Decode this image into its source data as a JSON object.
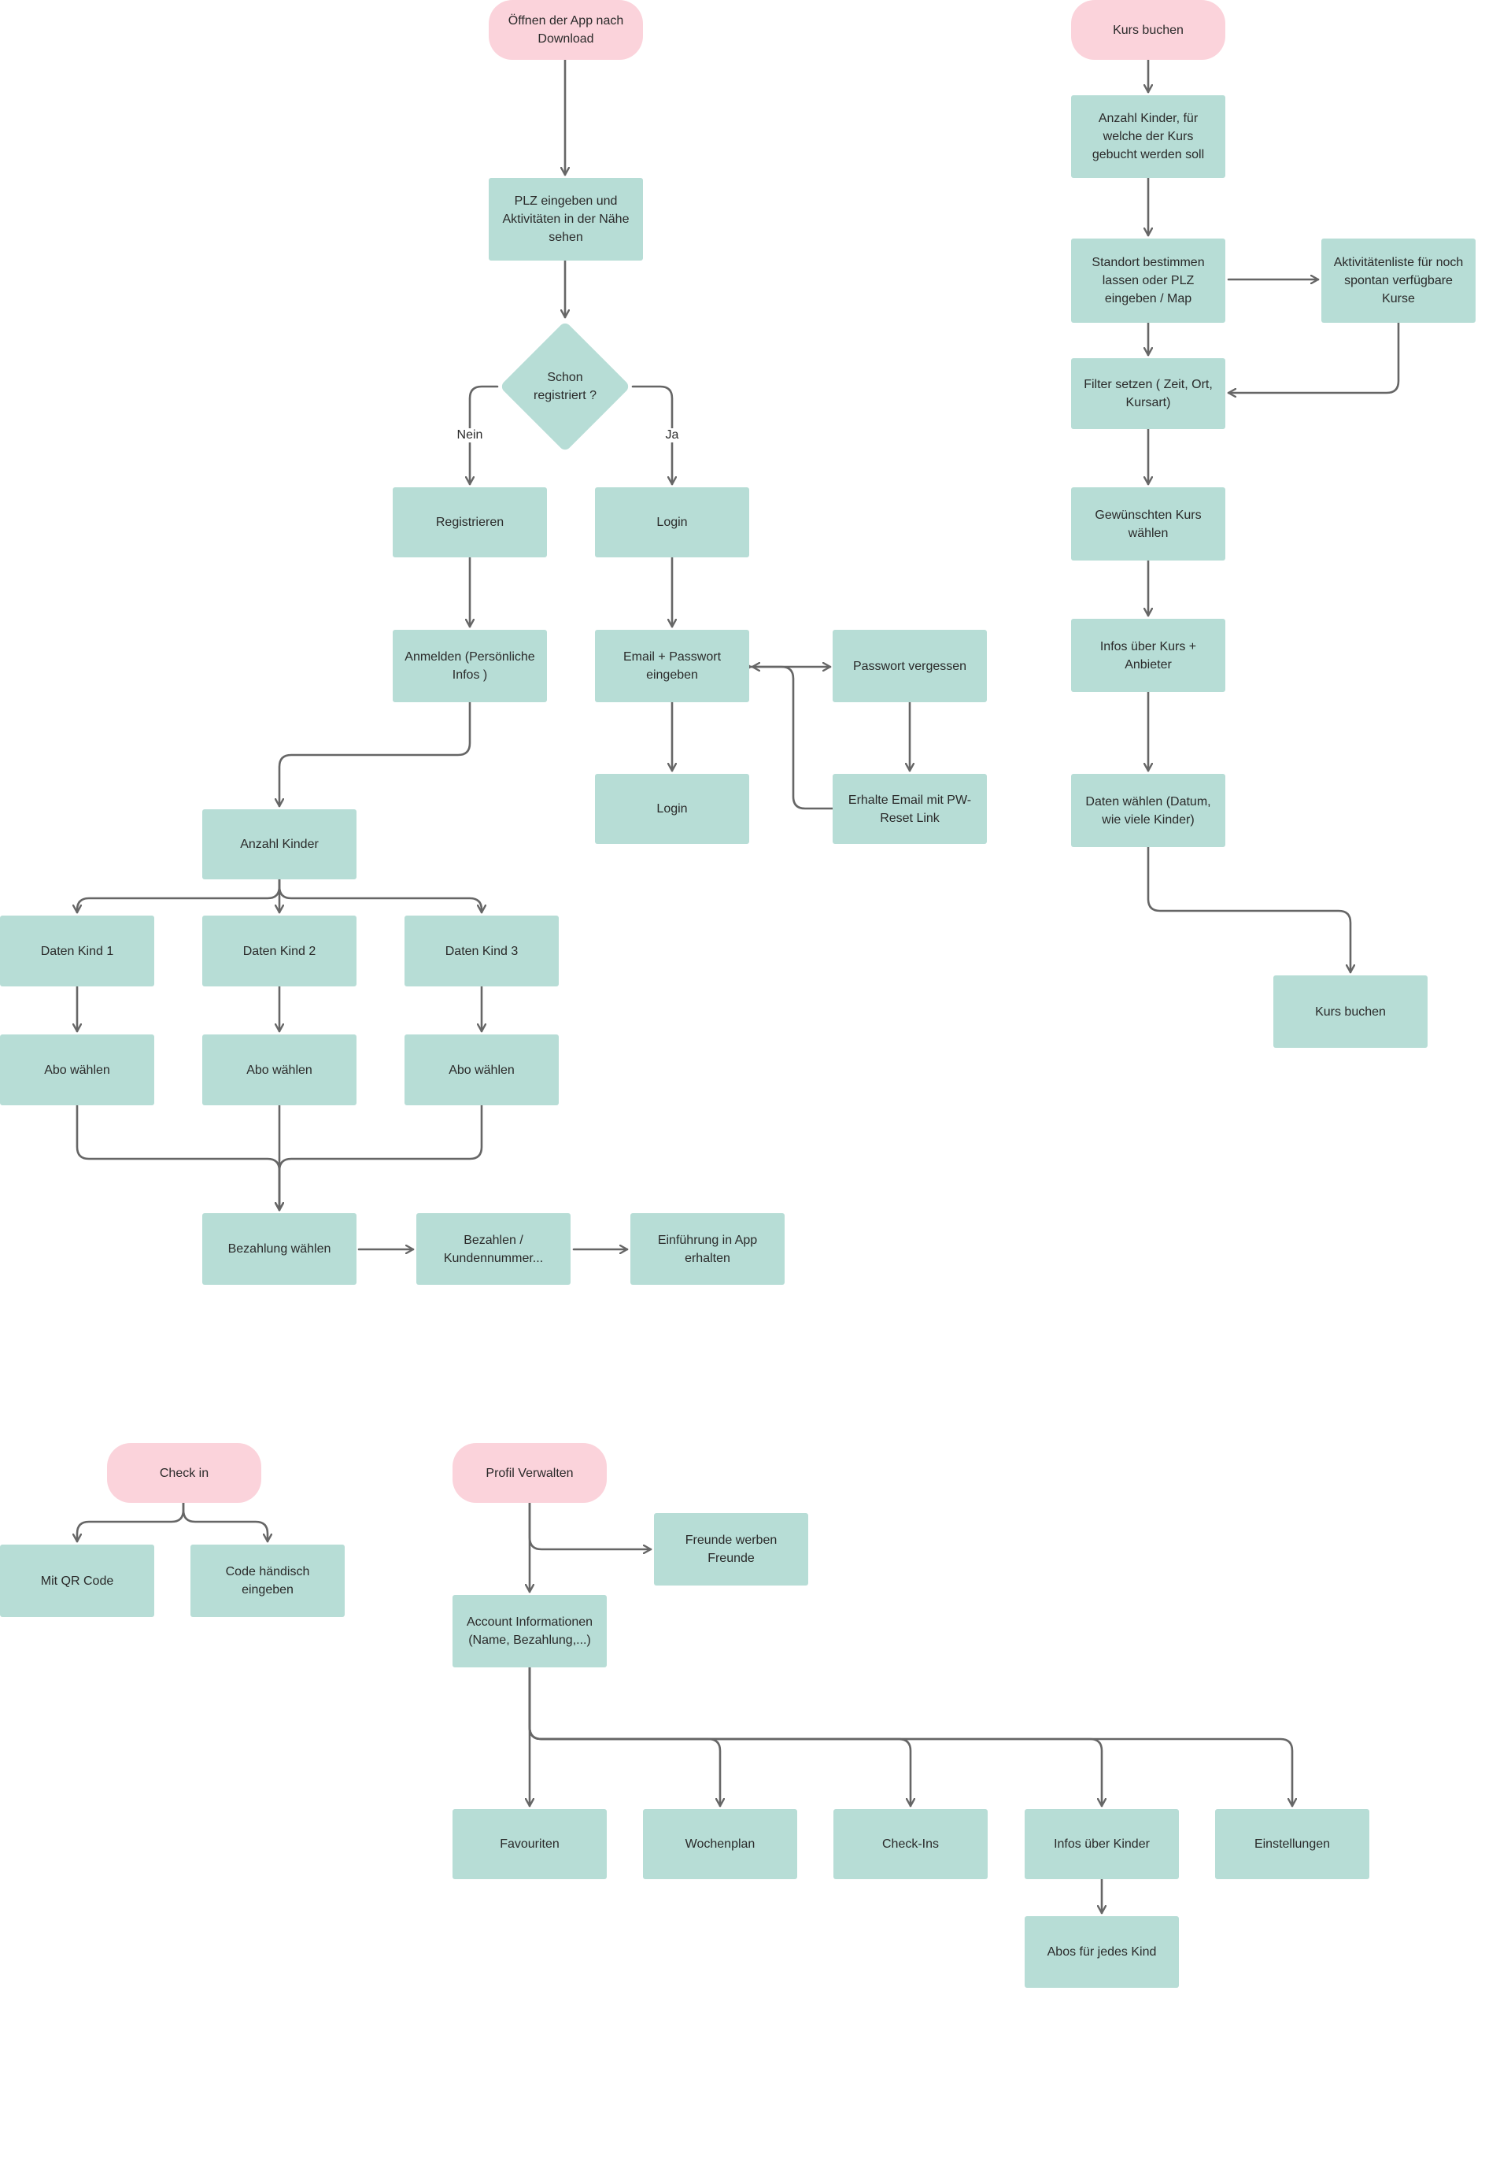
{
  "colors": {
    "process": "#b7ddd6",
    "terminal": "#fbd3db",
    "line": "#666666",
    "text": "#2a2a2a"
  },
  "nodes": {
    "app_open": "Öffnen der App nach Download",
    "plz": "PLZ eingeben und Aktivitäten in der Nähe sehen",
    "registered": "Schon registriert ?",
    "register": "Registrieren",
    "login1": "Login",
    "signup": "Anmelden (Persönliche Infos )",
    "email_pw": "Email + Passwort eingeben",
    "pw_forgot": "Passwort vergessen",
    "login2": "Login",
    "reset_mail": "Erhalte Email mit PW-Reset Link",
    "kids_count": "Anzahl Kinder",
    "kid1": "Daten Kind 1",
    "kid2": "Daten Kind 2",
    "kid3": "Daten Kind 3",
    "abo1": "Abo wählen",
    "abo2": "Abo wählen",
    "abo3": "Abo wählen",
    "pay_choose": "Bezahlung wählen",
    "pay": "Bezahlen / Kundennummer...",
    "intro": "Einführung in App erhalten",
    "kurs_start": "Kurs buchen",
    "kurs_kids": "Anzahl Kinder, für welche der Kurs gebucht werden soll",
    "location": "Standort bestimmen lassen oder PLZ eingeben / Map",
    "spontan": "Aktivitätenliste für noch spontan verfügbare Kurse",
    "filter": "Filter setzen ( Zeit, Ort, Kursart)",
    "choose_kurs": "Gewünschten Kurs wählen",
    "kurs_info": "Infos über Kurs + Anbieter",
    "date": "Daten wählen (Datum, wie viele Kinder)",
    "kurs_book": "Kurs buchen",
    "checkin": "Check in",
    "qr": "Mit QR Code",
    "code_manual": "Code händisch eingeben",
    "profile": "Profil Verwalten",
    "friends": "Freunde werben Freunde",
    "account": "Account Informationen (Name, Bezahlung,...)",
    "favs": "Favouriten",
    "weekplan": "Wochenplan",
    "checkins": "Check-Ins",
    "kids_info": "Infos über Kinder",
    "settings": "Einstellungen",
    "abos_kids": "Abos für jedes Kind"
  },
  "edge_labels": {
    "no": "Nein",
    "yes": "Ja"
  }
}
